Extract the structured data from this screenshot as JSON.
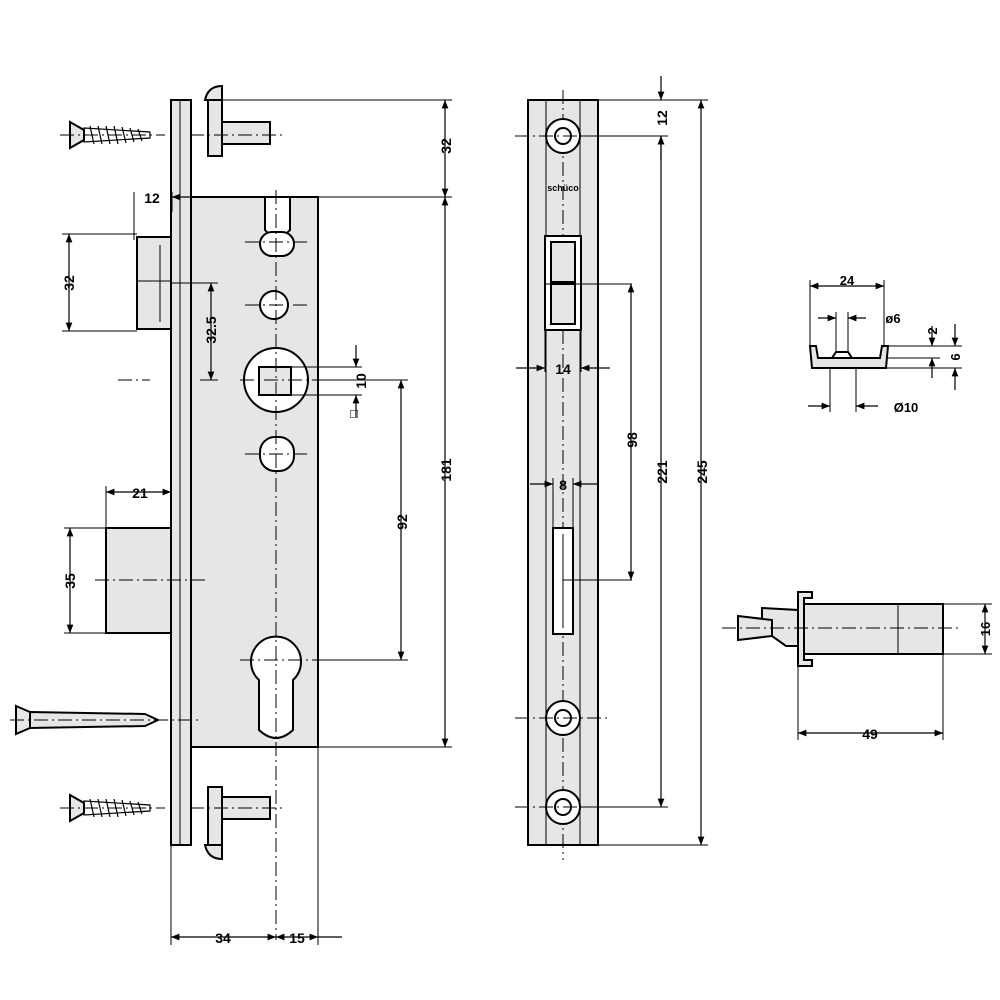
{
  "drawing": {
    "title": "",
    "dimensions": {
      "front_faceplate_width": "12",
      "front_top_offset": "32",
      "latch_height": "32",
      "latch_to_follower": "32.5",
      "follower_square": "10",
      "follower_to_cylinder": "92",
      "case_height": "181",
      "bolt_projection": "21",
      "bolt_height": "35",
      "backset": "34",
      "case_rear": "15",
      "side_top_hole": "12",
      "side_bolt_width": "14",
      "side_slot_width": "8",
      "side_hole_spacing_98": "98",
      "side_hole_spacing_221": "221",
      "faceplate_length": "245",
      "cup_width": "24",
      "cup_hole": "ø6",
      "cup_depth": "2",
      "cup_height": "6",
      "cup_outer": "Ø10",
      "cylinder_height": "16",
      "cylinder_length": "49"
    },
    "square_symbol": "□",
    "faceplate_marking": "schüco"
  }
}
